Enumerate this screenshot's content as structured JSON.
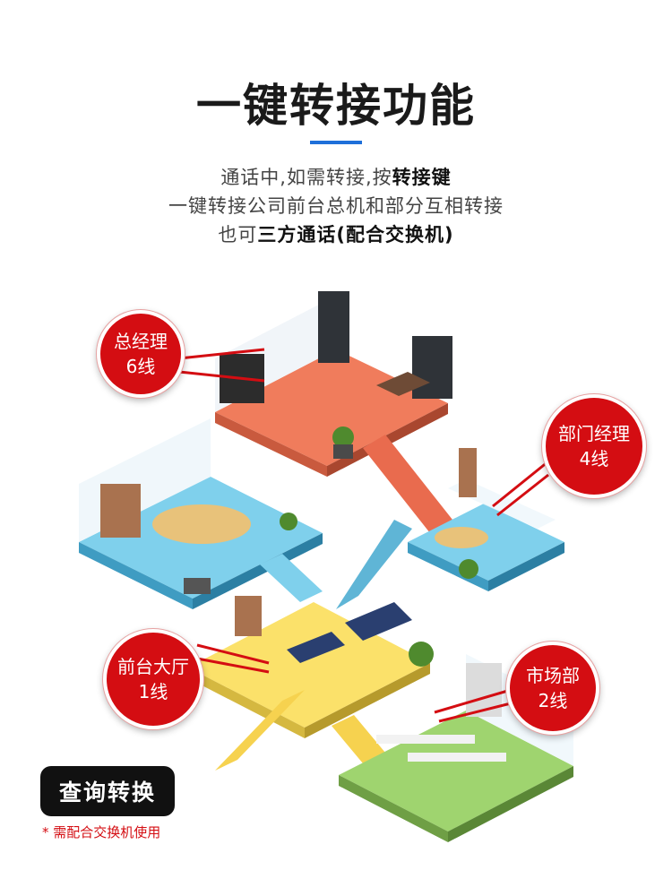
{
  "title": "一键转接功能",
  "description": {
    "line1_prefix": "通话中,如需转接,按",
    "line1_bold": "转接键",
    "line2": "一键转接公司前台总机和部分互相转接",
    "line3_prefix": "也可",
    "line3_bold": "三方通话(配合交换机)"
  },
  "labels": {
    "gm": {
      "name": "总经理",
      "line": "6线"
    },
    "dept": {
      "name": "部门经理",
      "line": "4线"
    },
    "reception": {
      "name": "前台大厅",
      "line": "1线"
    },
    "market": {
      "name": "市场部",
      "line": "2线"
    }
  },
  "query_button": "查询转换",
  "note": "* 需配合交换机使用",
  "colors": {
    "accent_blue": "#1e6fd9",
    "bubble_red": "#d40d12",
    "floor_orange": "#f07c5c",
    "floor_blue": "#7fd0ec",
    "floor_yellow": "#fbe16a",
    "floor_green": "#9fd46f"
  }
}
